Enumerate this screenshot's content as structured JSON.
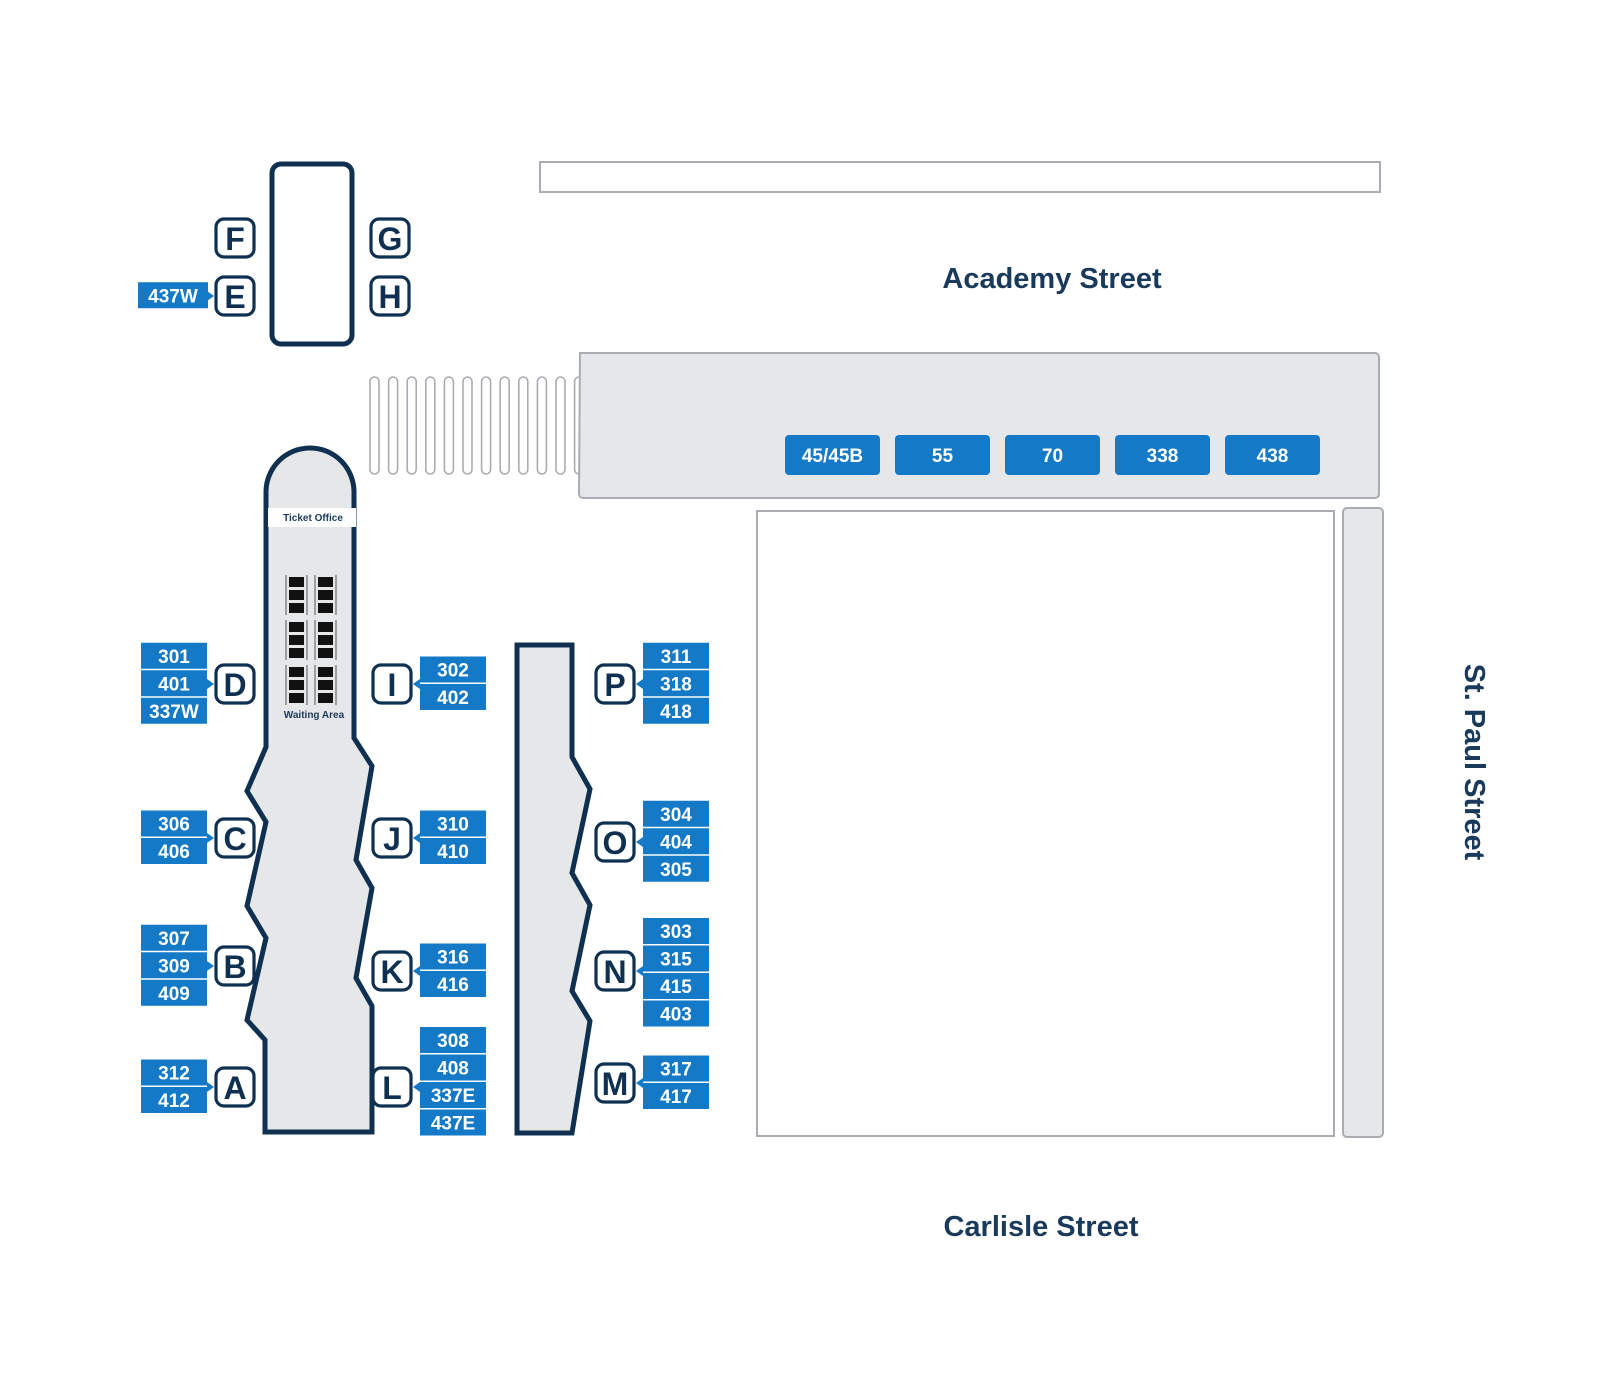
{
  "colors": {
    "navy": "#0f3050",
    "route_blue": "#1479c6",
    "platform_fill": "#e6e7e9",
    "outline_grey": "#a9adb1"
  },
  "streets": {
    "academy": "Academy Street",
    "carlisle": "Carlisle Street",
    "st_paul": "St. Paul Street"
  },
  "terminal": {
    "ticket_office": "Ticket Office",
    "waiting_area": "Waiting Area"
  },
  "bays": [
    {
      "letter": "F",
      "routes": []
    },
    {
      "letter": "E",
      "routes": [
        "437W"
      ]
    },
    {
      "letter": "G",
      "routes": []
    },
    {
      "letter": "H",
      "routes": []
    },
    {
      "letter": "D",
      "routes": [
        "301",
        "401",
        "337W"
      ]
    },
    {
      "letter": "C",
      "routes": [
        "306",
        "406"
      ]
    },
    {
      "letter": "B",
      "routes": [
        "307",
        "309",
        "409"
      ]
    },
    {
      "letter": "A",
      "routes": [
        "312",
        "412"
      ]
    },
    {
      "letter": "I",
      "routes": [
        "302",
        "402"
      ]
    },
    {
      "letter": "J",
      "routes": [
        "310",
        "410"
      ]
    },
    {
      "letter": "K",
      "routes": [
        "316",
        "416"
      ]
    },
    {
      "letter": "L",
      "routes": [
        "308",
        "408",
        "337E",
        "437E"
      ]
    },
    {
      "letter": "P",
      "routes": [
        "311",
        "318",
        "418"
      ]
    },
    {
      "letter": "O",
      "routes": [
        "304",
        "404",
        "305"
      ]
    },
    {
      "letter": "N",
      "routes": [
        "303",
        "315",
        "415",
        "403"
      ]
    },
    {
      "letter": "M",
      "routes": [
        "317",
        "417"
      ]
    }
  ],
  "street_stops": [
    "45/45B",
    "55",
    "70",
    "338",
    "438"
  ]
}
